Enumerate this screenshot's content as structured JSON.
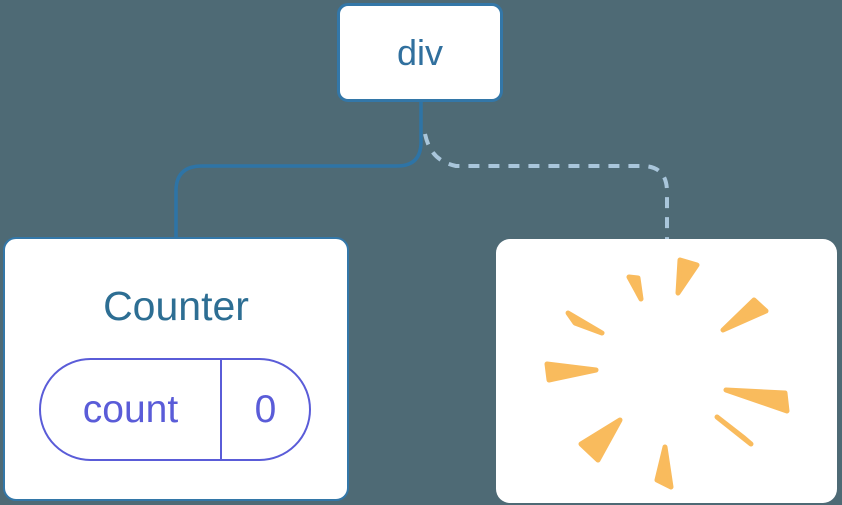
{
  "tree": {
    "root": {
      "label": "div"
    },
    "counter": {
      "title": "Counter",
      "state": {
        "key": "count",
        "value": "0"
      }
    },
    "removed": {
      "icon": "poof-explosion-icon"
    }
  },
  "edges": {
    "solid_edge": "div-to-counter",
    "dashed_edge": "div-to-removed"
  },
  "colors": {
    "background": "#4E6A75",
    "card_background": "#FFFFFF",
    "node_border_blue": "#3377A8",
    "node_text_blue": "#31709E",
    "counter_title_blue": "#2D6E93",
    "solid_edge_blue": "#2E74A6",
    "dashed_edge_light_blue": "#A9C6DB",
    "state_pill_indigo": "#5A5CD8",
    "poof_orange": "#F9BB5D"
  }
}
